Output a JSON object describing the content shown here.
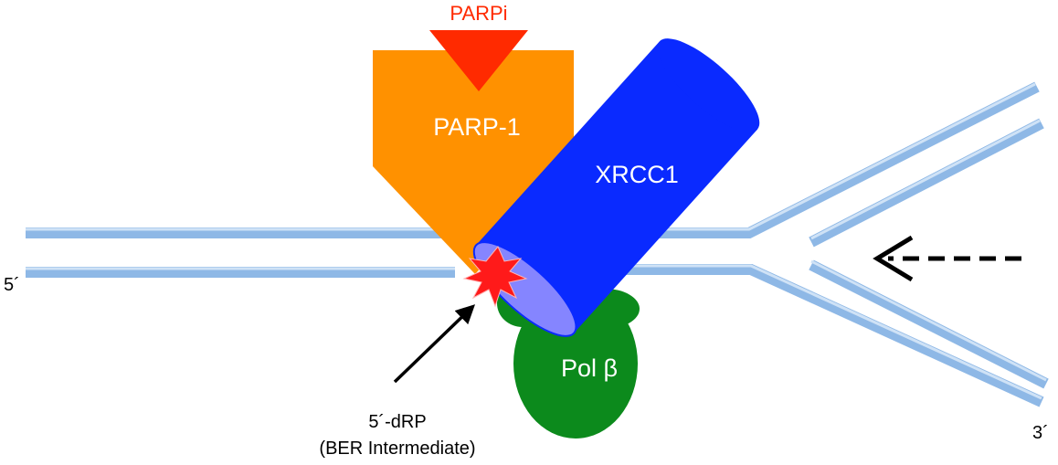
{
  "labels": {
    "parpi": "PARPi",
    "parp1": "PARP-1",
    "xrcc1": "XRCC1",
    "polb": "Pol β",
    "five_prime": "5´",
    "three_prime": "3´",
    "drp_line1": "5´-dRP",
    "drp_line2": "(BER Intermediate)"
  },
  "colors": {
    "dna_strand": "#8eb8e6",
    "dna_strand_highlight": "#cfe2f6",
    "parp1": "#ff9100",
    "parpi": "#ff2a00",
    "xrcc1": "#0a2aff",
    "xrcc1_face": "#8585ff",
    "polb": "#0c8a1c",
    "lesion": "#ff1a1a",
    "arrow": "#000000",
    "label_on_shape": "#ffffff",
    "label_text": "#000000"
  }
}
